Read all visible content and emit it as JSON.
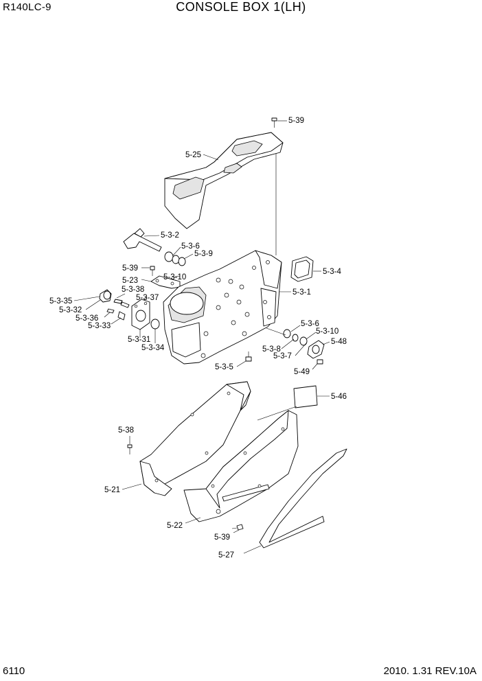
{
  "header": {
    "model": "R140LC-9",
    "title": "CONSOLE BOX 1(LH)"
  },
  "footer": {
    "page_number": "6110",
    "revision": "2010. 1.31 REV.10A"
  },
  "callouts": [
    "5-39",
    "5-25",
    "5-3-2",
    "5-3-6",
    "5-3-9",
    "5-39",
    "5-23",
    "5-3-10",
    "5-3-38",
    "5-3-37",
    "5-3-35",
    "5-3-32",
    "5-3-36",
    "5-3-33",
    "5-3-31",
    "5-3-34",
    "5-3-4",
    "5-3-1",
    "5-3-6",
    "5-3-10",
    "5-48",
    "5-3-8",
    "5-3-7",
    "5-49",
    "5-3-5",
    "5-46",
    "5-38",
    "5-21",
    "5-22",
    "5-39",
    "5-27"
  ]
}
